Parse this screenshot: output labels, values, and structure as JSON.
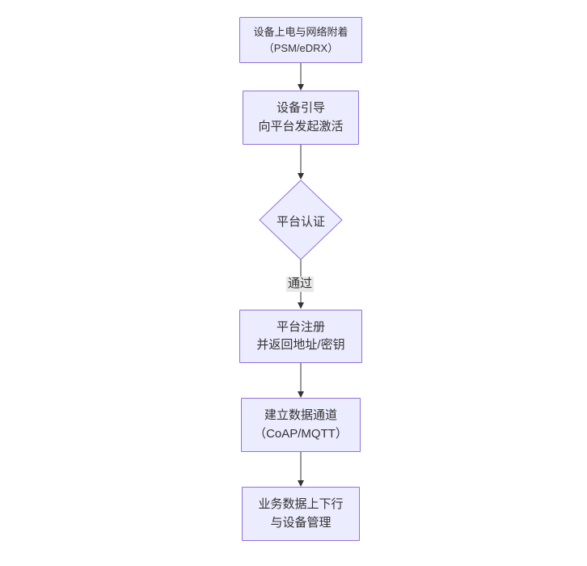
{
  "diagram": {
    "type": "flowchart-vertical",
    "colors": {
      "bg": "#ffffff",
      "node-fill": "#ececff",
      "node-border": "#9370db",
      "line": "#333333",
      "text": "#333333",
      "edge-label-bg": "#e8e8e8"
    },
    "nodes": {
      "power": {
        "line1": "设备上电与网络附着",
        "line2": "（PSM/eDRX）"
      },
      "bootstrap": {
        "line1": "设备引导",
        "line2": "向平台发起激活"
      },
      "auth": {
        "label": "平台认证"
      },
      "register": {
        "line1": "平台注册",
        "line2": "并返回地址/密钥"
      },
      "channel": {
        "line1": "建立数据通道",
        "line2": "（CoAP/MQTT）"
      },
      "business": {
        "line1": "业务数据上下行",
        "line2": "与设备管理"
      }
    },
    "edge_labels": {
      "pass": "通过"
    }
  }
}
